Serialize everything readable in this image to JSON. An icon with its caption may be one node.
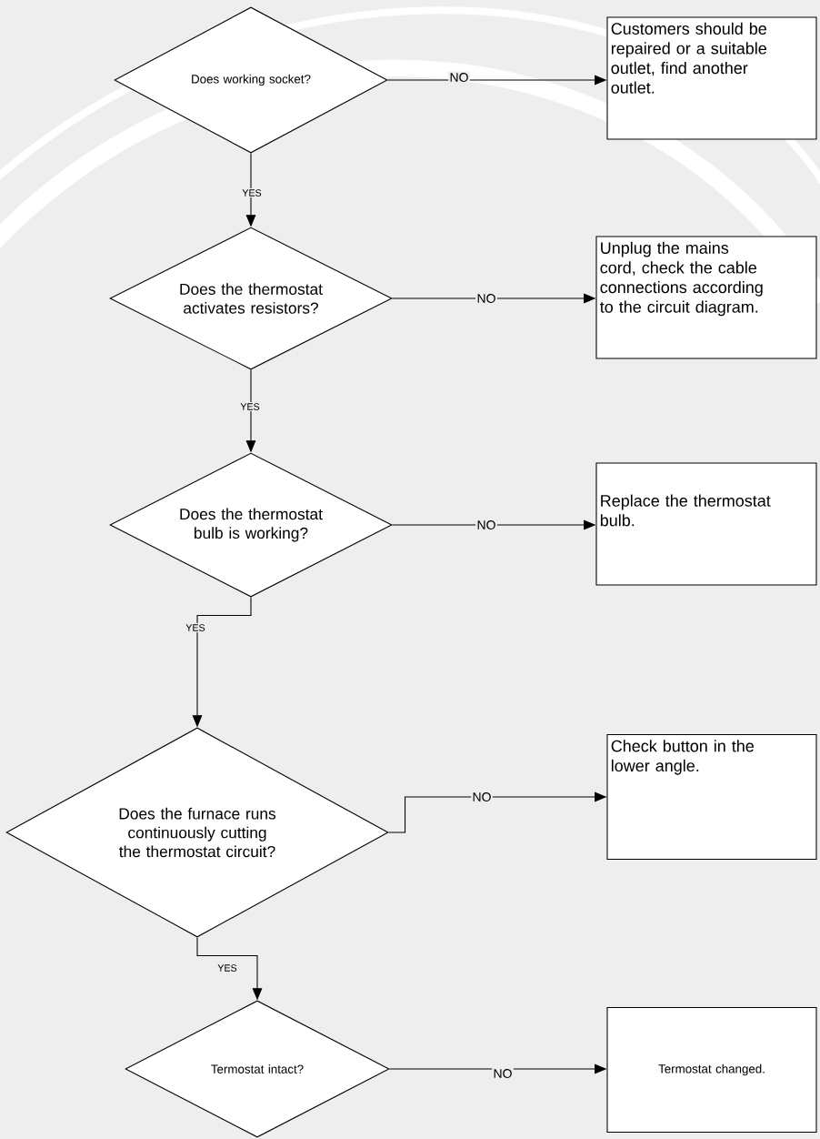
{
  "diagram": {
    "nodes": [
      {
        "text": [
          "Does working socket?"
        ]
      },
      {
        "text": [
          "Customers should be repaired or a suitable outlet, find another outlet."
        ]
      },
      {
        "text": [
          "Does the thermostat activates resistors?"
        ]
      },
      {
        "text": [
          "Unplug the mains cord, check the cable connections according to the circuit diagram."
        ]
      },
      {
        "text": [
          "Does the thermostat bulb is working?"
        ]
      },
      {
        "text": [
          "Replace the thermostat bulb."
        ]
      },
      {
        "text": [
          "Does the furnace runs continuously cutting the thermostat circuit?"
        ]
      },
      {
        "text": [
          "Check button in the lower angle."
        ]
      },
      {
        "text": [
          "Termostat intact?"
        ]
      },
      {
        "text": [
          "Termostat changed."
        ]
      }
    ],
    "edges": [
      {
        "from": 0,
        "to": 1,
        "arrow": "to",
        "label": "NO"
      },
      {
        "from": 0,
        "to": 2,
        "arrow": "to",
        "label": "YES"
      },
      {
        "from": 2,
        "to": 3,
        "arrow": "to",
        "label": "NO"
      },
      {
        "from": 2,
        "to": 4,
        "arrow": "to",
        "label": "YES"
      },
      {
        "from": 4,
        "to": 5,
        "arrow": "to",
        "label": "NO"
      },
      {
        "from": 4,
        "to": 6,
        "arrow": "to",
        "label": "YES"
      },
      {
        "from": 6,
        "to": 7,
        "arrow": "to",
        "label": "NO"
      },
      {
        "from": 6,
        "to": 8,
        "arrow": "to",
        "label": "YES"
      },
      {
        "from": 8,
        "to": 9,
        "arrow": "to",
        "label": "NO"
      }
    ]
  }
}
